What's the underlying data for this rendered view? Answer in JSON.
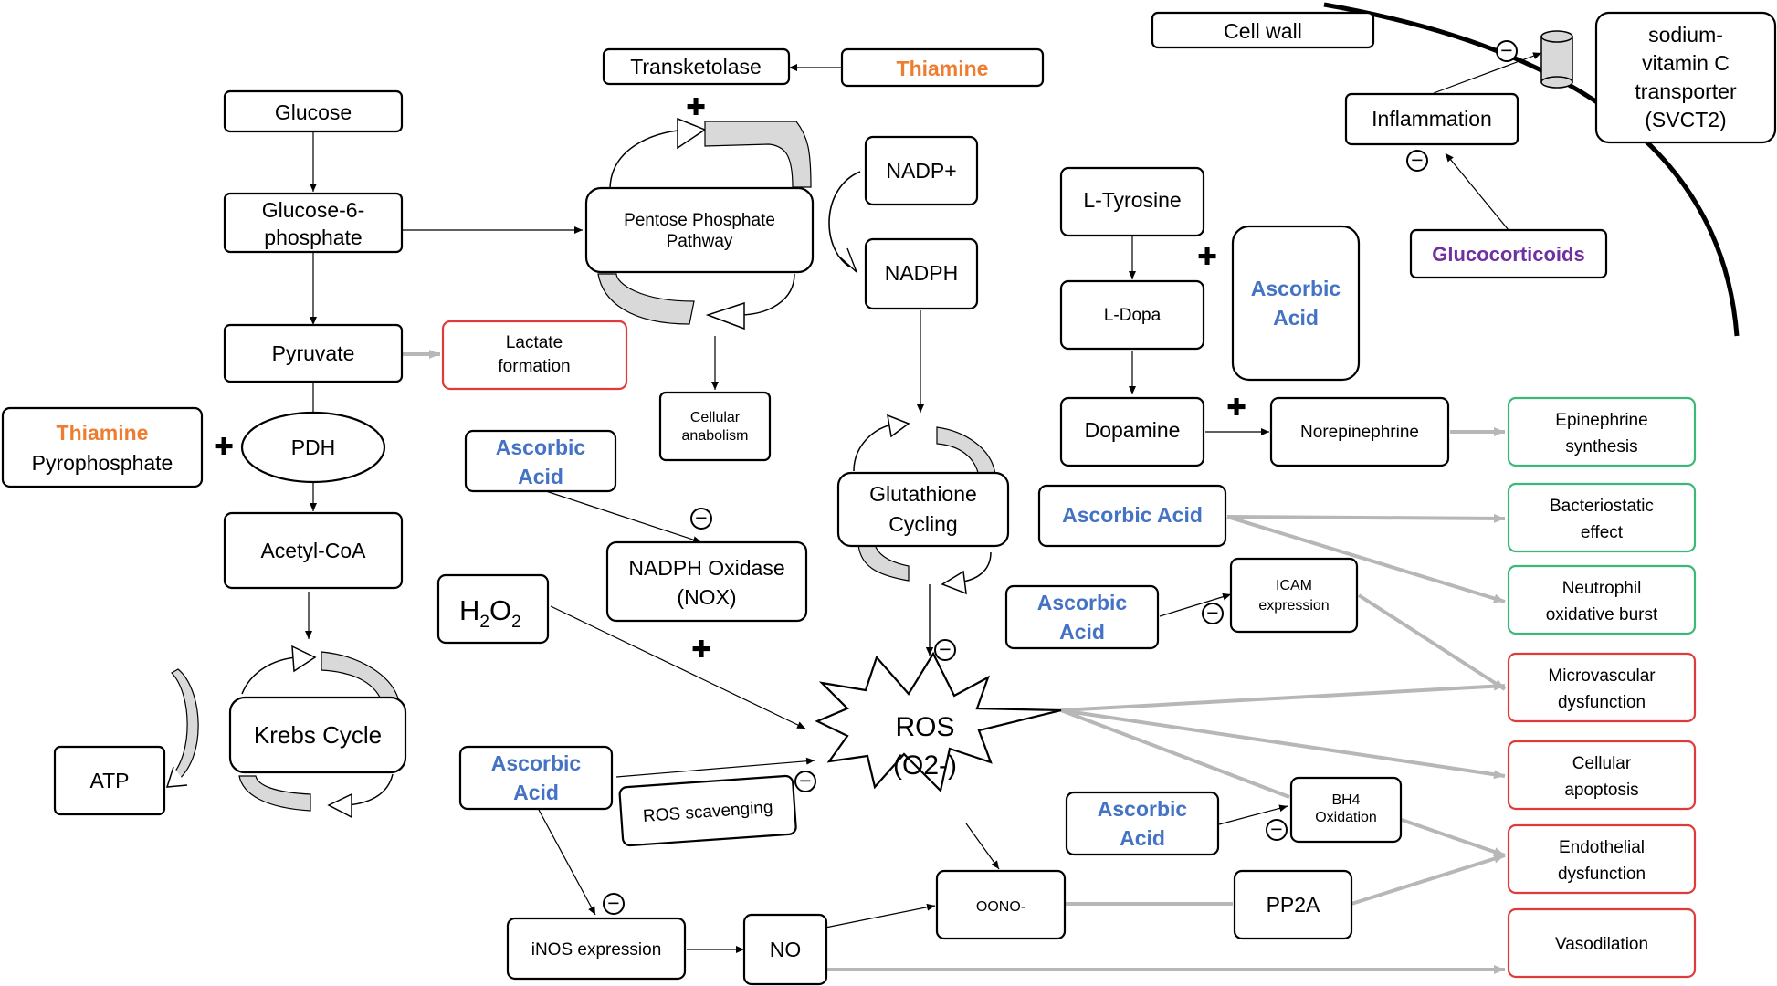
{
  "colors": {
    "blue": "#4472c4",
    "orange": "#ed7d31",
    "purple": "#7030a0",
    "red": "#e03a3a",
    "green": "#3cb878",
    "gray_arrow": "#b7b7b7"
  },
  "nodes": {
    "cell_wall": "Cell wall",
    "svct2": [
      "sodium-",
      "vitamin C",
      "transporter",
      "(SVCT2)"
    ],
    "inflammation": "Inflammation",
    "glucocorticoids": "Glucocorticoids",
    "transketolase": "Transketolase",
    "thiamine_top": "Thiamine",
    "glucose": "Glucose",
    "g6p": [
      "Glucose-6-",
      "phosphate"
    ],
    "pentose": [
      "Pentose Phosphate",
      "Pathway"
    ],
    "nadp": "NADP+",
    "nadph": "NADPH",
    "pyruvate": "Pyruvate",
    "lactate": [
      "Lactate",
      "formation"
    ],
    "cellular_anabolism": [
      "Cellular",
      "anabolism"
    ],
    "thiamine_pp": [
      "Thiamine",
      "Pyrophosphate"
    ],
    "pdh": "PDH",
    "acetyl_coa": "Acetyl-CoA",
    "krebs": "Krebs Cycle",
    "atp": "ATP",
    "aa_nox": [
      "Ascorbic",
      "Acid"
    ],
    "nox": [
      "NADPH Oxidase",
      "(NOX)"
    ],
    "h2o2": "H",
    "h2o2_sub1": "2",
    "h2o2_o": "O",
    "h2o2_sub2": "2",
    "glutathione": [
      "Glutathione",
      "Cycling"
    ],
    "ros": [
      "ROS",
      "(O2-)"
    ],
    "aa_scav": [
      "Ascorbic",
      "Acid"
    ],
    "ros_scavenging": "ROS scavenging",
    "inos": "iNOS expression",
    "no": "NO",
    "oono": "OONO-",
    "pp2a": "PP2A",
    "l_tyrosine": "L-Tyrosine",
    "l_dopa": "L-Dopa",
    "dopamine": "Dopamine",
    "aa_tyr": [
      "Ascorbic",
      "Acid"
    ],
    "norepinephrine": "Norepinephrine",
    "aa_bact": "Ascorbic Acid",
    "aa_icam": [
      "Ascorbic",
      "Acid"
    ],
    "icam": [
      "ICAM",
      "expression"
    ],
    "aa_bh4": [
      "Ascorbic",
      "Acid"
    ],
    "bh4": [
      "BH4",
      "Oxidation"
    ]
  },
  "outcomes": {
    "epinephrine": [
      "Epinephrine",
      "synthesis"
    ],
    "bacteriostatic": [
      "Bacteriostatic",
      "effect"
    ],
    "neutrophil": [
      "Neutrophil",
      "oxidative burst"
    ],
    "microvascular": [
      "Microvascular",
      "dysfunction"
    ],
    "apoptosis": [
      "Cellular",
      "apoptosis"
    ],
    "endothelial": [
      "Endothelial",
      "dysfunction"
    ],
    "vasodilation": "Vasodilation"
  },
  "symbols": {
    "plus": "✚",
    "minus": "−"
  }
}
